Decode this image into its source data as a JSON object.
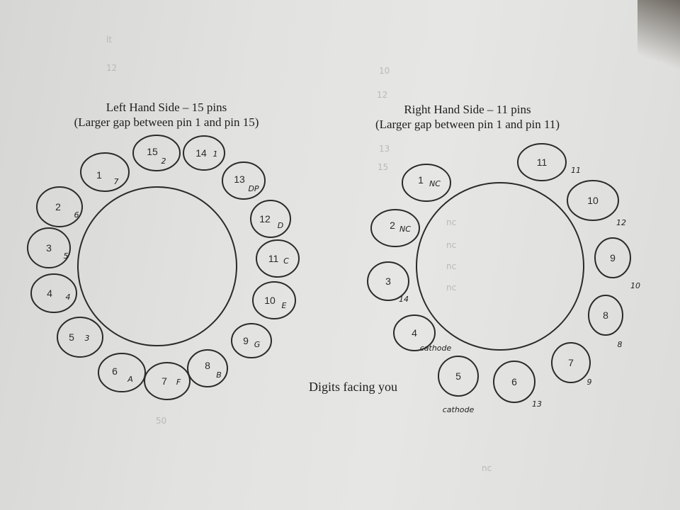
{
  "left_side": {
    "title_line1": "Left Hand Side – 15 pins",
    "title_line2": "(Larger gap between pin 1 and pin 15)",
    "pins": [
      {
        "num": "1",
        "note": "7"
      },
      {
        "num": "2",
        "note": "6"
      },
      {
        "num": "3",
        "note": "5"
      },
      {
        "num": "4",
        "note": "4"
      },
      {
        "num": "5",
        "note": "3"
      },
      {
        "num": "6",
        "note": "A"
      },
      {
        "num": "7",
        "note": "F"
      },
      {
        "num": "8",
        "note": "B"
      },
      {
        "num": "9",
        "note": "G"
      },
      {
        "num": "10",
        "note": "E"
      },
      {
        "num": "11",
        "note": "C"
      },
      {
        "num": "12",
        "note": "D"
      },
      {
        "num": "13",
        "note": "DP"
      },
      {
        "num": "14",
        "note": "1"
      },
      {
        "num": "15",
        "note": "2"
      }
    ]
  },
  "right_side": {
    "title_line1": "Right Hand Side – 11 pins",
    "title_line2": "(Larger gap between pin 1 and pin 11)",
    "pins": [
      {
        "num": "1",
        "note": "NC"
      },
      {
        "num": "2",
        "note": "NC"
      },
      {
        "num": "3",
        "note": "14"
      },
      {
        "num": "4",
        "note": "cathode"
      },
      {
        "num": "5",
        "note": "cathode"
      },
      {
        "num": "6",
        "note": "13"
      },
      {
        "num": "7",
        "note": "9"
      },
      {
        "num": "8",
        "note": "8"
      },
      {
        "num": "9",
        "note": "10"
      },
      {
        "num": "10",
        "note": "12"
      },
      {
        "num": "11",
        "note": "11"
      }
    ]
  },
  "caption": "Digits facing you",
  "colors": {
    "ink": "#2a2a2a",
    "paper": "#e2e2e0"
  }
}
